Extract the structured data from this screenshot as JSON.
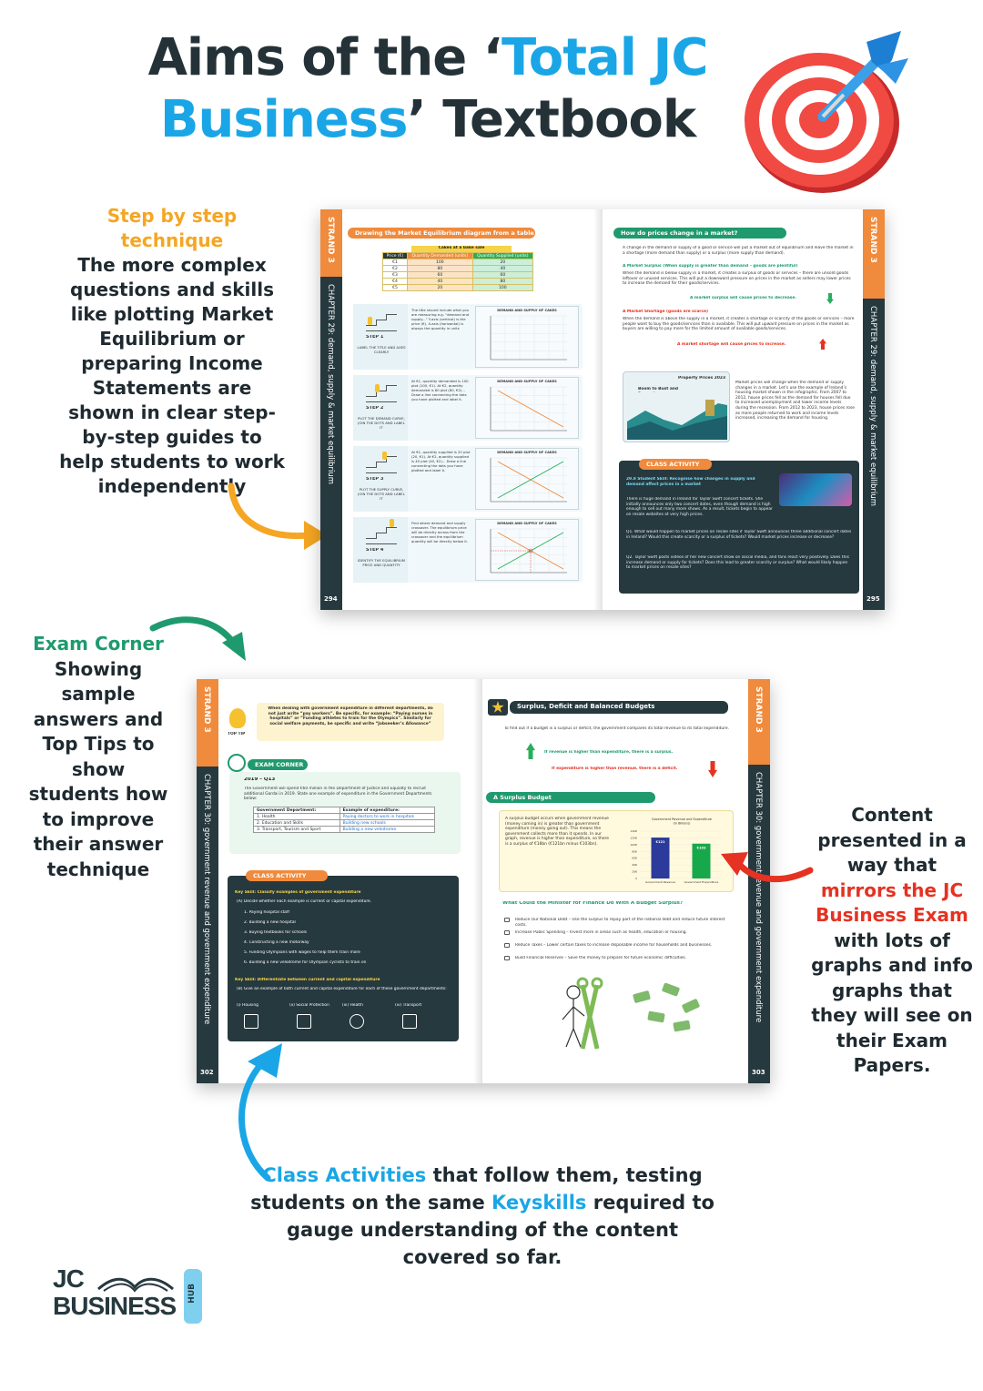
{
  "header": {
    "part1": "Aims of the ‘",
    "part2": "Total JC",
    "part3": "Business",
    "part4": "’ Textbook"
  },
  "step_section": {
    "heading": "Step by step technique",
    "body": "The more complex questions and skills like plotting Market Equilibrium or preparing Income Statements are shown in clear step-by-step guides to help students to work independently"
  },
  "exam_section": {
    "heading": "Exam Corner",
    "body": "Showing sample answers and Top Tips to show students how to improve their answer technique"
  },
  "content_section": {
    "body1": "Content presented in a way that",
    "highlight": "mirrors the JC Business Exam",
    "body2": "with lots of graphs and info graphs that they will see on their Exam Papers."
  },
  "class_section": {
    "hl1": "Class Activities",
    "t1": " that follow them, testing students on the same ",
    "hl2": "Keyskills",
    "t2": " required to gauge understanding of the content covered so far."
  },
  "spread1": {
    "left": {
      "strand": "STRAND 3",
      "chapter": "CHAPTER 29: demand, supply & market equilibrium",
      "page": "294",
      "header": "Drawing the Market Equilibrium diagram from a table",
      "table_title": "Cakes at a bake sale",
      "table_head": [
        "Price (€)",
        "Quantity Demanded (units)",
        "Quantity Supplied (units)"
      ],
      "table_rows": [
        [
          "€1",
          "100",
          "20"
        ],
        [
          "€2",
          "80",
          "40"
        ],
        [
          "€3",
          "60",
          "60"
        ],
        [
          "€4",
          "40",
          "80"
        ],
        [
          "€5",
          "20",
          "100"
        ]
      ],
      "steps": [
        {
          "label": "STEP 1",
          "desc": "LABEL THE TITLE AND AXES CLEARLY",
          "notes": "The title should include what you are measuring e.g. “demand and supply...” Y-axis (vertical) is the price (€). X-axis (horizontal) is always the quantity in units"
        },
        {
          "label": "STEP 2",
          "desc": "PLOT THE DEMAND CURVE, JOIN THE DOTS AND LABEL IT",
          "notes": "At €1, quantity demanded is 100 plot (100, €1). At €2, quantity demanded is 80 plot (80, €2)... Draw a line connecting the dots you have plotted and label it."
        },
        {
          "label": "STEP 3",
          "desc": "PLOT THE SUPPLY CURVE, JOIN THE DOTS AND LABEL IT",
          "notes": "At €1, quantity supplied is 20 plot (20, €1). At €2, quantity supplied is 40 plot (40, €2)... Draw a line connecting the dots you have plotted and label it."
        },
        {
          "label": "STEP 4",
          "desc": "IDENTIFY THE EQUILIBRIUM PRICE AND QUANTITY",
          "notes": "Find where demand and supply crossover. The equilibrium price will be directly across from the crossover and the equilibrium quantity will be directly below it."
        }
      ],
      "graph_title": "DEMAND AND SUPPLY OF CAKES"
    },
    "right": {
      "strand": "STRAND 3",
      "chapter": "CHAPTER 29: demand, supply & market equilibrium",
      "page": "295",
      "header": "How do prices change in a market?",
      "intro": "A change in the demand or supply of a good or service will put a market out of equilibrium and leave the market in a shortage (more demand than supply) or a surplus (more supply than demand).",
      "surplus_title": "A Market Surplus (When supply is greater than demand – goods are plentiful)",
      "surplus_text": "When the demand is below supply in a market, it creates a surplus of goods or services – there are unsold goods leftover or unused services. This will put a downward pressure on prices in the market as sellers may lower prices to increase the demand for their goods/services.",
      "surplus_result": "A market surplus will cause prices to decrease.",
      "shortage_title": "A Market Shortage (goods are scarce)",
      "shortage_text": "When the demand is above the supply in a market, it creates a shortage or scarcity of the goods or services – more people want to buy the goods/services than is available. This will put upward pressure on prices in the market as buyers are willing to pay more for the limited amount of available goods/services.",
      "shortage_result": "A market shortage will cause prices to increase.",
      "info_title": "Property Prices 2023",
      "info_label": "Boom to Bust and Beyond",
      "info_text": "Market prices will change when the demand or supply changes in a market. Let’s use the example of Ireland’s housing market shown in the infographic. From 2007 to 2012, house prices fell as the demand for houses fell due to increased unemployment and lower income levels during the recession. From 2012 to 2023, house prices rose as more people returned to work and income levels increased, increasing the demand for housing.",
      "activity_label": "CLASS ACTIVITY",
      "activity_skill": "29.8 Student Skill: Recognise how changes in supply and demand affect prices in a market",
      "activity_text": "There is huge demand in Ireland for Taylor Swift concert tickets. She initially announces only two concert dates, even though demand is high enough to sell out many more shows. As a result, tickets begin to appear on resale websites at very high prices.",
      "q1": "Q1. What would happen to market prices on resale sites if Taylor Swift announces three additional concert dates in Ireland? Would this create scarcity or a surplus of tickets? Would market prices increase or decrease?",
      "q2": "Q2. Taylor Swift posts videos of her new concert show on social media, and fans react very positively. Does this increase demand or supply for tickets? Does this lead to greater scarcity or surplus? What would likely happen to market prices on resale sites?"
    }
  },
  "spread2": {
    "left": {
      "strand": "STRAND 3",
      "chapter": "CHAPTER 30: government revenue and government expenditure",
      "page": "302",
      "top_tip_label": "TOP TIP",
      "top_tip": "When dealing with government expenditure in different departments, do not just write “pay workers”. Be specific, for example: “Paying nurses in hospitals” or “Funding athletes to train for the Olympics”. Similarly for social welfare payments, be specific and write “Jobseeker’s Allowance”",
      "exam_label": "EXAM CORNER",
      "exam_q": "2019 – Q13",
      "exam_text": "The Government will spend €60 million in the Department of Justice and Equality to recruit additional Gardai in 2019. State one example of expenditure in the Government Departments below:",
      "exam_table_head": [
        "Government Department:",
        "Example of expenditure:"
      ],
      "exam_table_rows": [
        [
          "1. Health",
          "Paying doctors to work in hospitals"
        ],
        [
          "2. Education and Skills",
          "Building new schools"
        ],
        [
          "3. Transport, Tourism and Sport",
          "Building a new velodrome"
        ]
      ],
      "activity_label": "CLASS ACTIVITY",
      "skill1": "Key Skill: Classify examples of government expenditure",
      "skill1_q": "(A) Decide whether each example is current or capital expenditure.",
      "items": [
        "1. Paying hospital staff",
        "2. Building a new hospital",
        "3. Buying textbooks for schools",
        "4. Constructing a new motorway",
        "5. Funding Olympians with wages to help them train more",
        "6. Building a new velodrome for Olympian cyclists to train on"
      ],
      "skill2": "Key Skill: Differentiate between current and capital expenditure",
      "skill2_q": "(B) Give an example of both current and capital expenditure for each of these government departments:",
      "depts": [
        "(i) Housing",
        "(ii) Social Protection",
        "(iii) Health",
        "(iv) Transport"
      ]
    },
    "right": {
      "strand": "STRAND 3",
      "chapter": "CHAPTER 30: government revenue and government expenditure",
      "page": "303",
      "header": "Surplus, Deficit and Balanced Budgets",
      "intro": "To find out if a budget is a surplus or deficit, the government compares its total revenue to its total expenditure.",
      "surplus_line": "If revenue is higher than expenditure, there is a surplus.",
      "deficit_line": "If expenditure is higher than revenue, there is a deficit.",
      "budget_header": "A Surplus Budget",
      "budget_text": "A surplus budget occurs when government revenue (money coming in) is greater than government expenditure (money going out). This means the government collects more than it spends. In our graph, revenue is higher than expenditure, so there is a surplus of €18bn (€121bn minus €103bn).",
      "minister_q": "What Could the Minister for Finance Do With A Budget Surplus?",
      "options": [
        "Reduce Our National Debt – Use the surplus to repay part of the national debt and reduce future interest costs.",
        "Increase Public Spending – Invest more in areas such as health, education or housing.",
        "Reduce Taxes – Lower certain taxes to increase disposable income for households and businesses.",
        "Build Financial Reserves – Save the money to prepare for future economic difficulties."
      ]
    }
  },
  "chart_data": {
    "type": "bar",
    "title": "Government Revenue and Expenditure (In Billions)",
    "categories": [
      "Government Revenue",
      "Government Expenditure"
    ],
    "values": [
      121,
      103
    ],
    "value_labels": [
      "€121",
      "€103"
    ],
    "colors": [
      "#2b3a9b",
      "#17a84b"
    ],
    "ylim": [
      0,
      140
    ],
    "yticks": [
      "140€",
      "120€",
      "100€",
      "80€",
      "60€",
      "40€",
      "20€",
      "0"
    ]
  },
  "logo": {
    "line1": "JC",
    "line2": "BUSINESS",
    "badge": "HUB"
  },
  "colors": {
    "blue": "#1aa6e6",
    "orange": "#f5a623",
    "green": "#1f9a6e",
    "red": "#e53222",
    "navy": "#26393f"
  }
}
